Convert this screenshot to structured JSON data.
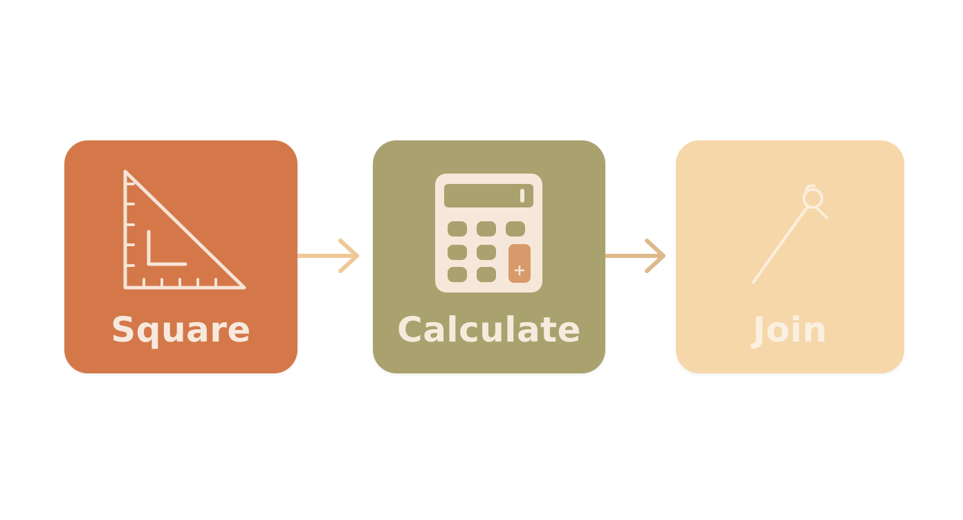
{
  "steps": [
    {
      "label": "Square",
      "icon": "set-square-ruler-icon",
      "color": "#D4784A",
      "text_color": "#F8E9DE"
    },
    {
      "label": "Calculate",
      "icon": "calculator-icon",
      "color": "#A9A26E",
      "text_color": "#F5EBDD"
    },
    {
      "label": "Join",
      "icon": "pin-needle-icon",
      "color": "#F6D7AA",
      "text_color": "#FBF0E0"
    }
  ],
  "arrow_color": "#F0C896"
}
